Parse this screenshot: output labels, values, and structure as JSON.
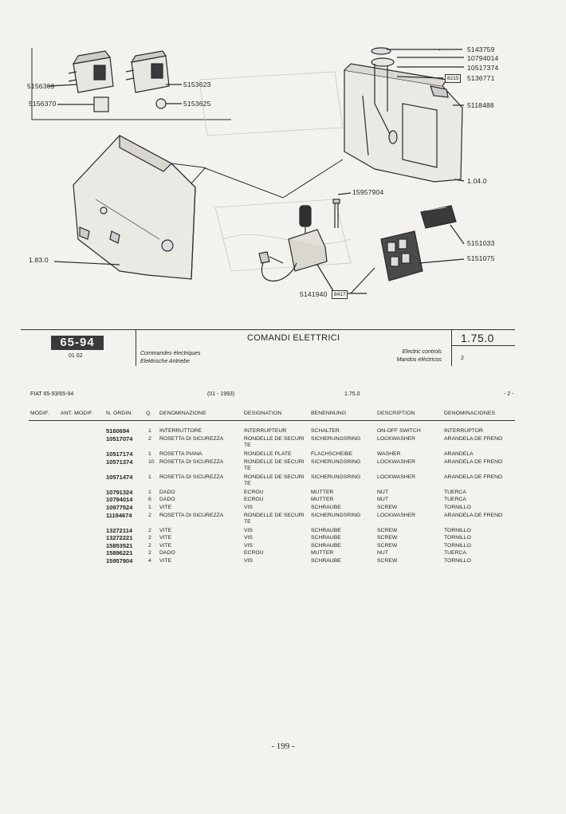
{
  "diagram": {
    "callouts": {
      "c5156369": "5156369",
      "c5156370": "5156370",
      "c5153623": "5153623",
      "c5153625": "5153625",
      "c5143759": "5143759",
      "c10794014": "10794014",
      "c10517374": "10517374",
      "c5136771": "5136771",
      "c5118488": "5118488",
      "c1040": "1.04.0",
      "c15957904": "15957904",
      "c5151033": "5151033",
      "c5151075": "5151075",
      "c1830": "1.83.0",
      "c5141940": "5141940",
      "dash": "-"
    },
    "boxcodes": {
      "b8215": "8215",
      "b8417": "8417"
    }
  },
  "title_block": {
    "model": "65-94",
    "model_sub": "01 02",
    "title_it": "COMANDI ELETTRICI",
    "title_fr": "Commandes électriques",
    "title_de": "Elektrische Antriebe",
    "title_en": "Electric controls",
    "title_es": "Mandos eléctricos",
    "section": "1.75.0",
    "section_sub": "2"
  },
  "header": {
    "model": "FIAT 65-93/65-94",
    "date": "(01 - 1993)",
    "section": "1.75.0",
    "page": "- 2 -"
  },
  "columns": {
    "modif": "MODIF.",
    "ant_modif": "ANT. MODIF.",
    "n_ordin": "N. ORDIN.",
    "q": "Q.",
    "denominazione": "DENOMINAZIONE",
    "designation": "DESIGNATION",
    "benennung": "BENENNUNG",
    "description": "DESCRIPTION",
    "denominaciones": "DENOMINACIONES"
  },
  "rows": [
    {
      "code": "5160694",
      "q": "1",
      "it": "INTERRUTTORE",
      "fr": "INTERRUPTEUR",
      "fr2": "",
      "de": "SCHALTER.",
      "en": "ON-OFF SWITCH",
      "es": "INTERRUPTOR"
    },
    {
      "code": "10517074",
      "q": "2",
      "it": "ROSETTA DI SICUREZZA",
      "fr": "RONDELLE DE SECURI",
      "fr2": "TE",
      "de": "SICHERUNGSRING",
      "en": "LOCKWASHER",
      "es": "ARANDELA DE FRENO"
    },
    {
      "code": "10517174",
      "q": "1",
      "it": "ROSETTA PIANA",
      "fr": "RONDELLE PLATE",
      "fr2": "",
      "de": "FLACHSCHEIBE",
      "en": "WASHER",
      "es": "ARANDELA"
    },
    {
      "code": "10571374",
      "q": "10",
      "it": "ROSETTA DI SICUREZZA",
      "fr": "RONDELLE DE SECURI",
      "fr2": "TE",
      "de": "SICHERUNGSRING",
      "en": "LOCKWASHER",
      "es": "ARANDELA DE FRENO"
    },
    {
      "code": "10571474",
      "q": "1",
      "it": "ROSETTA DI SICUREZZA",
      "fr": "RONDELLE DE SECURI",
      "fr2": "TE",
      "de": "SICHERUNGSRING",
      "en": "LOCKWASHER",
      "es": "ARANDELA DE FRENO"
    },
    {
      "code": "10791324",
      "q": "1",
      "it": "DADO",
      "fr": "ECROU",
      "fr2": "",
      "de": "MUTTER",
      "en": "NUT",
      "es": "TUERCA"
    },
    {
      "code": "10794014",
      "q": "6",
      "it": "DADO",
      "fr": "ECROU",
      "fr2": "",
      "de": "MUTTER",
      "en": "NUT",
      "es": "TUERCA"
    },
    {
      "code": "10977524",
      "q": "1",
      "it": "VITE",
      "fr": "VIS",
      "fr2": "",
      "de": "SCHRAUBE",
      "en": "SCREW",
      "es": "TORNILLO"
    },
    {
      "code": "11194674",
      "q": "2",
      "it": "ROSETTA DI SICUREZZA",
      "fr": "RONDELLE DE SECURI",
      "fr2": "TE",
      "de": "SICHERUNGSRING",
      "en": "LOCKWASHER",
      "es": "ARANDELA DE FRENO"
    },
    {
      "code": "13272114",
      "q": "2",
      "it": "VITE",
      "fr": "VIS",
      "fr2": "",
      "de": "SCHRAUBE",
      "en": "SCREW",
      "es": "TORNILLO"
    },
    {
      "code": "13272221",
      "q": "2",
      "it": "VITE",
      "fr": "VIS",
      "fr2": "",
      "de": "SCHRAUBE",
      "en": "SCREW",
      "es": "TORNILLO"
    },
    {
      "code": "15853521",
      "q": "2",
      "it": "VITE",
      "fr": "VIS",
      "fr2": "",
      "de": "SCHRAUBE",
      "en": "SCREW",
      "es": "TORNILLO"
    },
    {
      "code": "15896221",
      "q": "2",
      "it": "DADO",
      "fr": "ECROU",
      "fr2": "",
      "de": "MUTTER",
      "en": "NUT",
      "es": "TUERCA"
    },
    {
      "code": "15957904",
      "q": "4",
      "it": "VITE",
      "fr": "VIS",
      "fr2": "",
      "de": "SCHRAUBE",
      "en": "SCREW",
      "es": "TORNILLO"
    }
  ],
  "page_number": "- 199 -"
}
